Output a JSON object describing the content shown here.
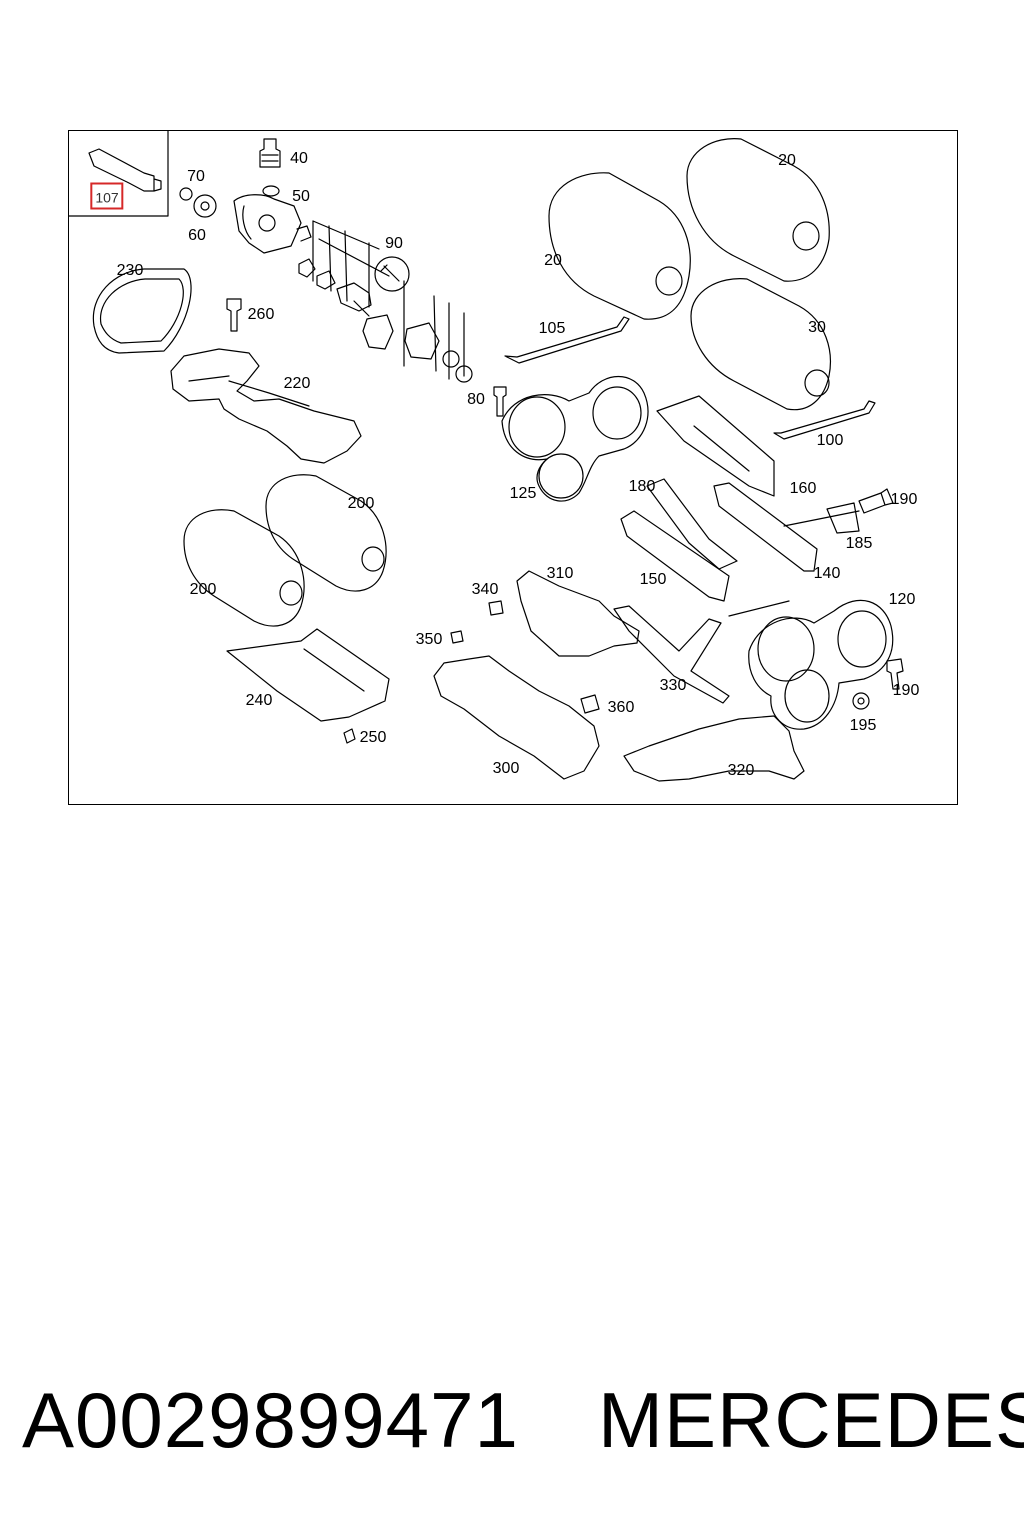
{
  "diagram": {
    "callouts": [
      {
        "id": "c107",
        "label": "107",
        "highlight": true
      },
      {
        "id": "c70",
        "label": "70"
      },
      {
        "id": "c60",
        "label": "60"
      },
      {
        "id": "c40",
        "label": "40"
      },
      {
        "id": "c50",
        "label": "50"
      },
      {
        "id": "c90",
        "label": "90"
      },
      {
        "id": "c230",
        "label": "230"
      },
      {
        "id": "c260",
        "label": "260"
      },
      {
        "id": "c220",
        "label": "220"
      },
      {
        "id": "c20a",
        "label": "20"
      },
      {
        "id": "c20b",
        "label": "20"
      },
      {
        "id": "c30",
        "label": "30"
      },
      {
        "id": "c105",
        "label": "105"
      },
      {
        "id": "c100",
        "label": "100"
      },
      {
        "id": "c80",
        "label": "80"
      },
      {
        "id": "c125",
        "label": "125"
      },
      {
        "id": "c160",
        "label": "160"
      },
      {
        "id": "c180",
        "label": "180"
      },
      {
        "id": "c190a",
        "label": "190"
      },
      {
        "id": "c185",
        "label": "185"
      },
      {
        "id": "c200a",
        "label": "200"
      },
      {
        "id": "c200b",
        "label": "200"
      },
      {
        "id": "c150",
        "label": "150"
      },
      {
        "id": "c140",
        "label": "140"
      },
      {
        "id": "c120",
        "label": "120"
      },
      {
        "id": "c310",
        "label": "310"
      },
      {
        "id": "c340",
        "label": "340"
      },
      {
        "id": "c350",
        "label": "350"
      },
      {
        "id": "c240",
        "label": "240"
      },
      {
        "id": "c250",
        "label": "250"
      },
      {
        "id": "c330",
        "label": "330"
      },
      {
        "id": "c190b",
        "label": "190"
      },
      {
        "id": "c195",
        "label": "195"
      },
      {
        "id": "c360",
        "label": "360"
      },
      {
        "id": "c300",
        "label": "300"
      },
      {
        "id": "c320",
        "label": "320"
      }
    ]
  },
  "footer": {
    "part_number": "A0029899471",
    "brand": "MERCEDES"
  },
  "colors": {
    "line": "#000000",
    "highlight_box": "#d62828",
    "background": "#ffffff"
  }
}
